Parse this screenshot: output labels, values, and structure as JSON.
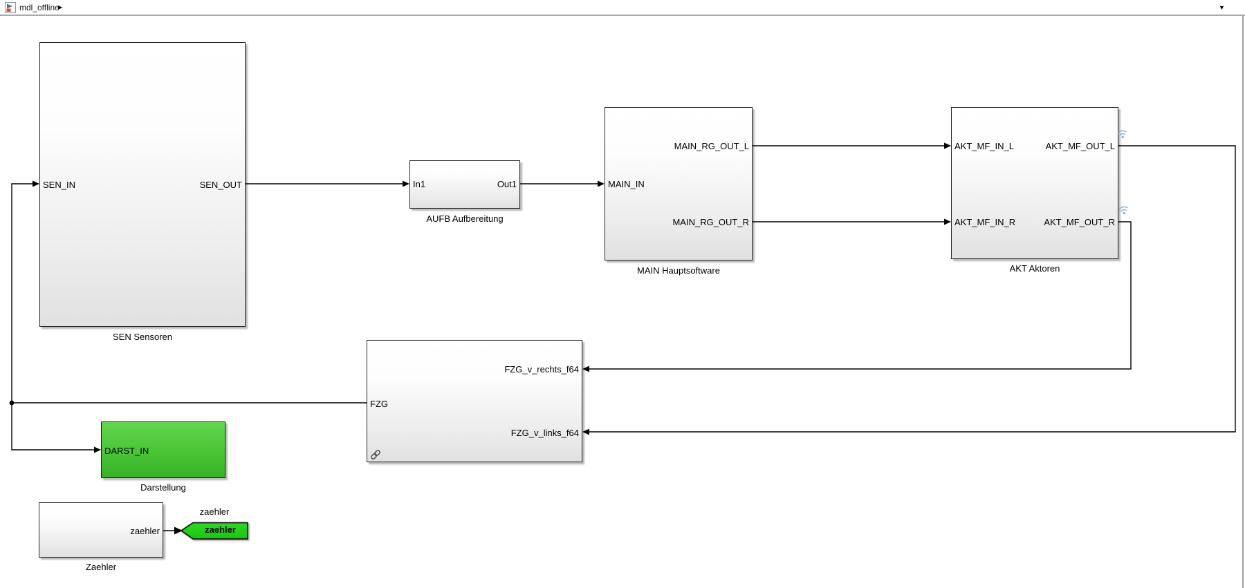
{
  "header": {
    "title": "mdl_offline",
    "breadcrumb_arrow": "▶",
    "dropdown_arrow": "▼"
  },
  "blocks": {
    "sen": {
      "caption": "SEN Sensoren",
      "port_in": "SEN_IN",
      "port_out": "SEN_OUT"
    },
    "aufb": {
      "caption": "AUFB Aufbereitung",
      "port_in": "In1",
      "port_out": "Out1"
    },
    "main": {
      "caption": "MAIN Hauptsoftware",
      "port_in": "MAIN_IN",
      "port_out_l": "MAIN_RG_OUT_L",
      "port_out_r": "MAIN_RG_OUT_R"
    },
    "akt": {
      "caption": "AKT Aktoren",
      "port_in_l": "AKT_MF_IN_L",
      "port_in_r": "AKT_MF_IN_R",
      "port_out_l": "AKT_MF_OUT_L",
      "port_out_r": "AKT_MF_OUT_R"
    },
    "fzg": {
      "port_in": "FZG",
      "port_v_rechts": "FZG_v_rechts_f64",
      "port_v_links": "FZG_v_links_f64"
    },
    "darstellung": {
      "caption": "Darstellung",
      "port_in": "DARST_IN"
    },
    "zaehler": {
      "caption": "Zaehler",
      "port_out": "zaehler"
    },
    "goto_tag": {
      "label": "zaehler",
      "text": "zaehler"
    }
  },
  "colors": {
    "wire": "#000000",
    "block_border": "#262626",
    "block_fill_top": "#ffffff",
    "block_fill_bottom": "#e1e1e1",
    "green_block_top": "#63d44f",
    "green_block_bottom": "#37b026",
    "tag_green_top": "#2fd922",
    "tag_green_bottom": "#17c70b",
    "signal_logging_icon": "#85b2e0",
    "canvas_edge": "#9aa0a6"
  }
}
